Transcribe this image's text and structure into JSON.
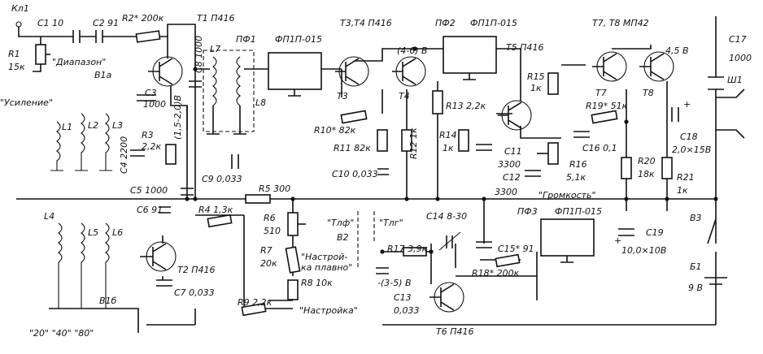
{
  "labels": {
    "kl1": "Кл1",
    "c1": "C1 10",
    "c2": "C2 91",
    "r2": "R2* 200к",
    "t1": "T1  П416",
    "pf1": "ПФ1",
    "pf1_type": "ФП1П-015",
    "t34": "Т3,Т4  П416",
    "pf2": "ПФ2",
    "pf2_type": "ФП1П-015",
    "t78": "Т7, Т8  МП42",
    "c17": "C17",
    "c17_val": "1000",
    "r1": "R1",
    "r1_val": "15к",
    "diapazon": "\"Диапазон\"",
    "b1a": "В1а",
    "c3": "C3",
    "c3_val": "1000",
    "c8": "C8 1000",
    "l7": "L7",
    "l8": "L8",
    "t3": "Т3",
    "t4": "Т4",
    "v46": "(4-6) В",
    "t5": "Т5  П416",
    "r15": "R15",
    "r15_val": "1к",
    "t7": "Т7",
    "t8": "Т8",
    "v45": "4,5 В",
    "sh1": "Ш1",
    "usilenie": "\"Усиление\"",
    "v1510": "(1,5-2,0)В",
    "l1": "L1",
    "l2": "L2",
    "l3": "L3",
    "c4": "C4 2200",
    "r3": "R3",
    "r3_val": "2,2к",
    "r10": "R10* 82к",
    "r11": "R11  82к",
    "r12": "R12 1к",
    "r13": "R13  2,2к",
    "r14": "R14",
    "r14_val": "1к",
    "c11": "C11",
    "c11_val": "3300",
    "c12": "C12",
    "c12_val": "3300",
    "r19": "R19* 51к",
    "c16": "C16  0,1",
    "r16": "R16",
    "r16_val": "5,1к",
    "c18": "C18",
    "c18_val": "2,0×15В",
    "r20": "R20",
    "r20_val": "18к",
    "r21": "R21",
    "r21_val": "1к",
    "c9": "C9  0,033",
    "c10": "C10  0,033",
    "c5": "C5  1000",
    "r5": "R5  300",
    "gromkost": "\"Громкость\"",
    "c6": "C6  91",
    "r4": "R4  1,3к",
    "r6": "R6",
    "r6_val": "510",
    "tlf": "\"Тлф\"",
    "tlg": "\"Тлг\"",
    "b2": "В2",
    "c14": "C14  8-30",
    "pf3": "ПФ3",
    "pf3_type": "ФП1П-015",
    "b3": "В3",
    "c19": "C19",
    "c19_val": "10,0×10В",
    "l4": "L4",
    "l5": "L5",
    "l6": "L6",
    "t2": "Т2  П416",
    "r7": "R7",
    "r7_val": "20к",
    "nastr_plavno": "\"Настрой-\nка плавно\"",
    "r8": "R8  10к",
    "r17": "R17   3,9к",
    "c15": "C15* 91",
    "r18": "R18* 200к",
    "v35": "-(3-5) В",
    "c13": "C13",
    "c13_val": "0,033",
    "b1": "Б1",
    "b1_val": "9 В",
    "c7": "C7  0,033",
    "b1b": "В1б",
    "r9": "R9  2,2к",
    "nastroika": "\"Настройка\"",
    "t6": "Т6  П416",
    "bands": "\"20\"  \"40\"  \"80\""
  }
}
